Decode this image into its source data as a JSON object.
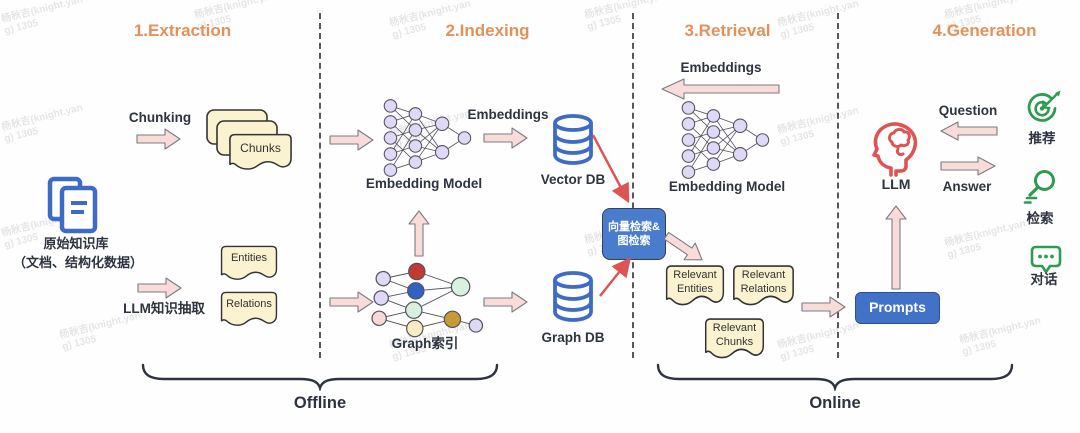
{
  "watermark": {
    "line1": "杨秋吉(knight.yan",
    "line2": "g) 1305"
  },
  "colors": {
    "accent_orange": "#E3915B",
    "primary_blue": "#3E6BC4",
    "box_blue": "#4A7CCD",
    "arrow_pink": "#F9DBD9",
    "note_yellow": "#FBF2D0",
    "alert_red": "#DD5452",
    "green": "#2E9B51",
    "text_dark": "#2E3340"
  },
  "sections": {
    "extraction": {
      "title": "1.Extraction",
      "source_label_line1": "原始知识库",
      "source_label_line2": "（文档、结构化数据）",
      "chunking_label": "Chunking",
      "chunks_label": "Chunks",
      "llm_extract_label": "LLM知识抽取",
      "entities_label": "Entities",
      "relations_label": "Relations"
    },
    "indexing": {
      "title": "2.Indexing",
      "embedding_model_label": "Embedding Model",
      "embeddings_label": "Embeddings",
      "vector_db_label": "Vector DB",
      "graph_index_label": "Graph索引",
      "graph_db_label": "Graph DB",
      "retrieval_box_line1": "向量检索&",
      "retrieval_box_line2": "图检索"
    },
    "retrieval": {
      "title": "3.Retrieval",
      "embeddings_label": "Embeddings",
      "embedding_model_label": "Embedding Model",
      "relevant_entities": {
        "line1": "Relevant",
        "line2": "Entities"
      },
      "relevant_relations": {
        "line1": "Relevant",
        "line2": "Relations"
      },
      "relevant_chunks": {
        "line1": "Relevant",
        "line2": "Chunks"
      },
      "prompts_label": "Prompts"
    },
    "generation": {
      "title": "4.Generation",
      "llm_label": "LLM",
      "question_label": "Question",
      "answer_label": "Answer",
      "recommend_label": "推荐",
      "search_label": "检索",
      "chat_label": "对话"
    }
  },
  "footer": {
    "offline_label": "Offline",
    "online_label": "Online"
  }
}
